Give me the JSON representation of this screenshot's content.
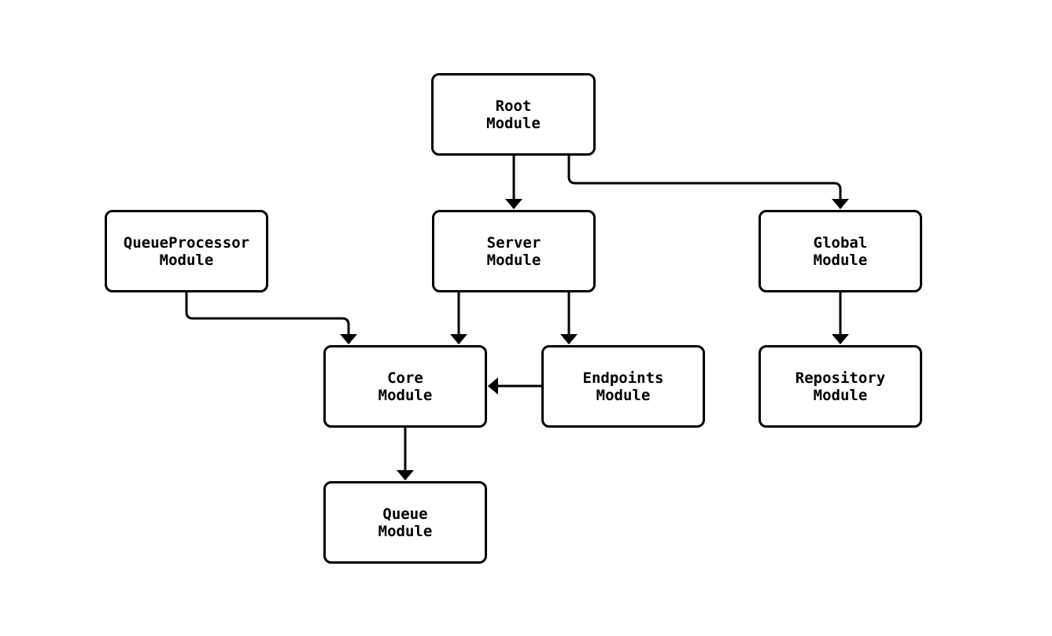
{
  "diagram": {
    "type": "module-dependency-flowchart",
    "colors": {
      "background": "#ffffff",
      "node_fill": "#ffffff",
      "stroke": "#000000",
      "text": "#000000"
    },
    "nodes": {
      "root": {
        "label": "Root\nModule"
      },
      "queueprocessor": {
        "label": "QueueProcessor\nModule"
      },
      "server": {
        "label": "Server\nModule"
      },
      "global": {
        "label": "Global\nModule"
      },
      "core": {
        "label": "Core\nModule"
      },
      "endpoints": {
        "label": "Endpoints\nModule"
      },
      "repository": {
        "label": "Repository\nModule"
      },
      "queue": {
        "label": "Queue\nModule"
      }
    },
    "edges": [
      {
        "from": "Root Module",
        "to": "Server Module"
      },
      {
        "from": "Root Module",
        "to": "Global Module"
      },
      {
        "from": "QueueProcessor Module",
        "to": "Core Module"
      },
      {
        "from": "Server Module",
        "to": "Core Module"
      },
      {
        "from": "Server Module",
        "to": "Endpoints Module"
      },
      {
        "from": "Endpoints Module",
        "to": "Core Module"
      },
      {
        "from": "Global Module",
        "to": "Repository Module"
      },
      {
        "from": "Core Module",
        "to": "Queue Module"
      }
    ]
  }
}
